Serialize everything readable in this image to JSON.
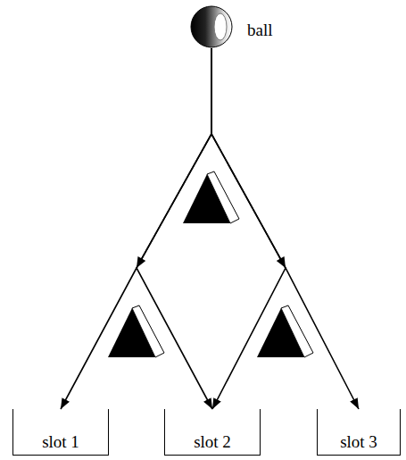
{
  "diagram": {
    "nodes": [
      {
        "text": [
          "ball"
        ]
      },
      {
        "text": [
          "slot 1"
        ]
      },
      {
        "text": [
          "slot 2"
        ]
      },
      {
        "text": [
          "slot 3"
        ]
      }
    ],
    "edges": [
      {
        "from": 0,
        "to": 1,
        "arrow": "to"
      },
      {
        "from": 0,
        "to": 2,
        "arrow": "to"
      },
      {
        "from": 0,
        "to": 3,
        "arrow": "to"
      }
    ]
  }
}
